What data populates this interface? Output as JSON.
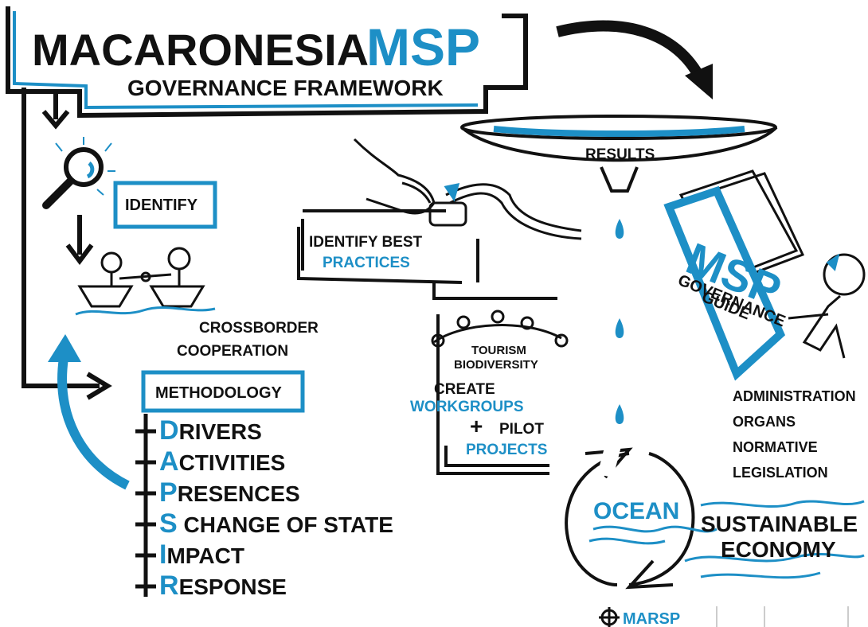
{
  "title": {
    "main": "MACARONESIA",
    "accent": "MSP",
    "subtitle": "GOVERNANCE FRAMEWORK"
  },
  "labels": {
    "identify": "IDENTIFY",
    "crossborder_1": "CROSSBORDER",
    "crossborder_2": "COOPERATION",
    "methodology": "METHODOLOGY",
    "results": "RESULTS",
    "best_1": "IDENTIFY BEST",
    "best_2": "PRACTICES",
    "tourism": "TOURISM",
    "biodiversity": "BIODIVERSITY",
    "create": "CREATE",
    "workgroups": "WORKGROUPS",
    "plus": "+",
    "pilot": "PILOT",
    "projects": "PROJECTS",
    "guide_msp": "MSP",
    "guide_governance": "GOVERNANCE",
    "guide_guide": "GUIDE",
    "ocean": "OCEAN",
    "sustainable": "SUSTAINABLE",
    "economy": "ECONOMY",
    "logo": "MARSP"
  },
  "dapsir": [
    {
      "letter": "D",
      "rest": "RIVERS"
    },
    {
      "letter": "A",
      "rest": "CTIVITIES"
    },
    {
      "letter": "P",
      "rest": "RESENCES"
    },
    {
      "letter": "S",
      "rest": " CHANGE OF STATE"
    },
    {
      "letter": "I",
      "rest": "MPACT"
    },
    {
      "letter": "R",
      "rest": "ESPONSE"
    }
  ],
  "outcomes": [
    "ADMINISTRATION",
    "ORGANS",
    "NORMATIVE",
    "LEGISLATION"
  ],
  "colors": {
    "accent": "#1d8fc6",
    "ink": "#111111"
  },
  "icons": [
    "magnifier-icon",
    "paper-boat-icon",
    "hand-icon",
    "tape-measure-icon",
    "funnel-icon",
    "water-drop-icon",
    "book-icon",
    "person-icon",
    "cycle-arrows-icon",
    "waves-icon",
    "helm-logo-icon"
  ]
}
